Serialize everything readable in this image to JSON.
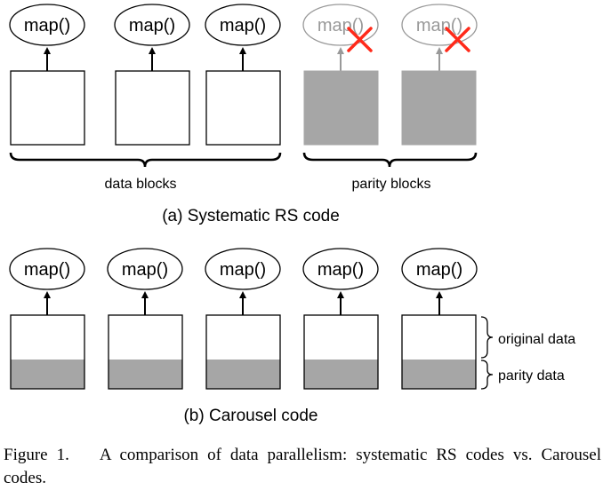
{
  "systematic": {
    "data_map_labels": [
      "map()",
      "map()",
      "map()"
    ],
    "parity_map_labels": [
      "map()",
      "map()"
    ],
    "data_group_label": "data blocks",
    "parity_group_label": "parity blocks",
    "subcaption": "(a) Systematic RS code"
  },
  "carousel": {
    "map_labels": [
      "map()",
      "map()",
      "map()",
      "map()",
      "map()"
    ],
    "original_label": "original data",
    "parity_label": "parity data",
    "subcaption": "(b) Carousel code"
  },
  "caption": {
    "label": "Figure 1.",
    "text": "A comparison of data parallelism: systematic RS codes vs. Carousel codes."
  },
  "colors": {
    "parity_fill": "#a6a6a6",
    "disabled_stroke": "#999999",
    "cross": "#ff2a1a",
    "ink": "#000000"
  }
}
